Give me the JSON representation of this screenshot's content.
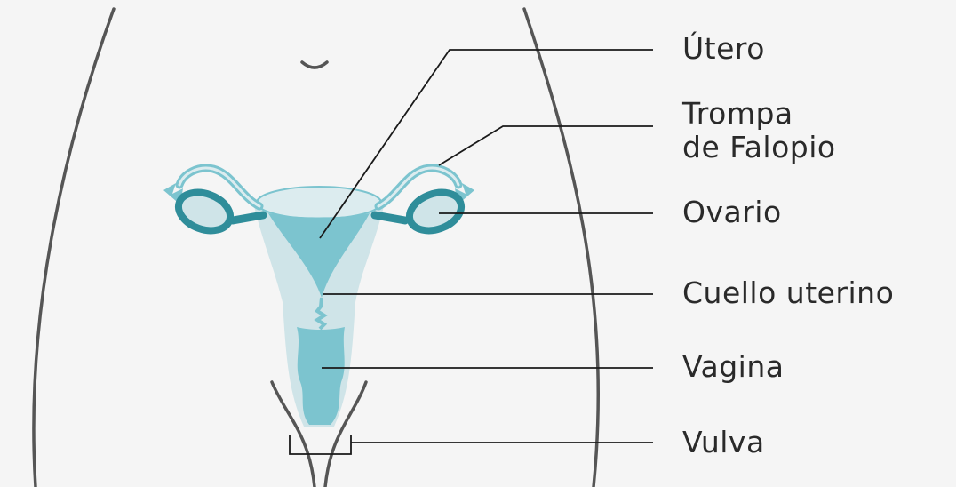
{
  "labels": {
    "utero": "Útero",
    "trompa_line1": "Trompa",
    "trompa_line2": "de Falopio",
    "ovario": "Ovario",
    "cuello": "Cuello uterino",
    "vagina": "Vagina",
    "vulva": "Vulva"
  },
  "colors": {
    "background": "#f5f5f5",
    "body_outline": "#555555",
    "organ_light": "#cfe4e8",
    "organ_mid": "#7cc4cf",
    "organ_dark": "#2f8d9a",
    "leader_line": "#1a1a1a",
    "text": "#2a2a2a"
  }
}
